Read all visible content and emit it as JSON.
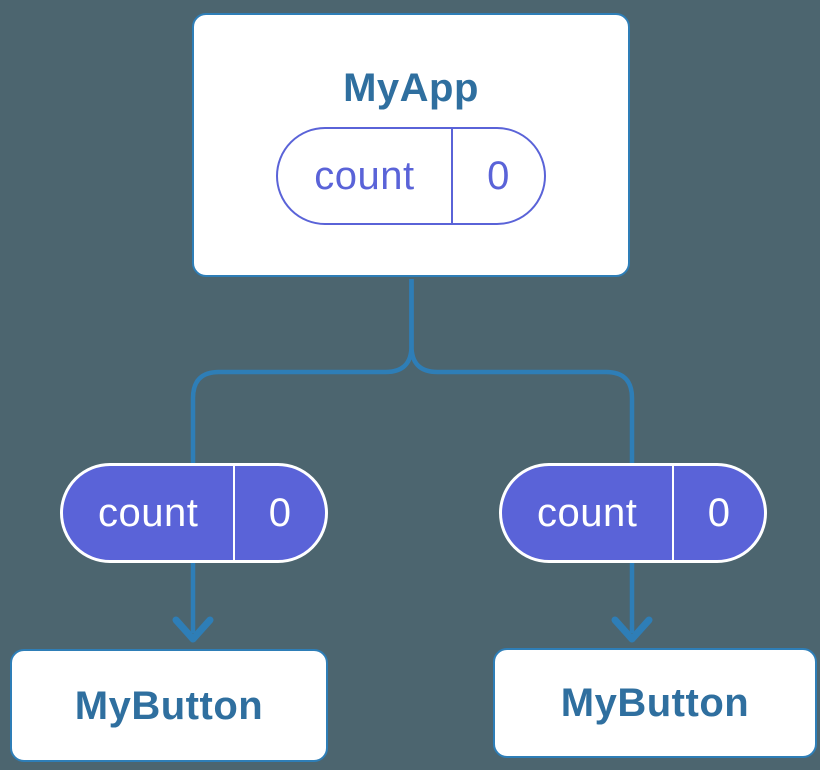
{
  "root": {
    "label": "MyApp",
    "state": {
      "name": "count",
      "value": "0"
    }
  },
  "children": [
    {
      "label": "MyButton",
      "state": {
        "name": "count",
        "value": "0"
      }
    },
    {
      "label": "MyButton",
      "state": {
        "name": "count",
        "value": "0"
      }
    }
  ],
  "colors": {
    "background": "#4C656F",
    "connector_blue": "#2E7EB7",
    "component_text_blue": "#2F6F9F",
    "state_purple": "#5A63D8",
    "card_white": "#FFFFFF"
  }
}
